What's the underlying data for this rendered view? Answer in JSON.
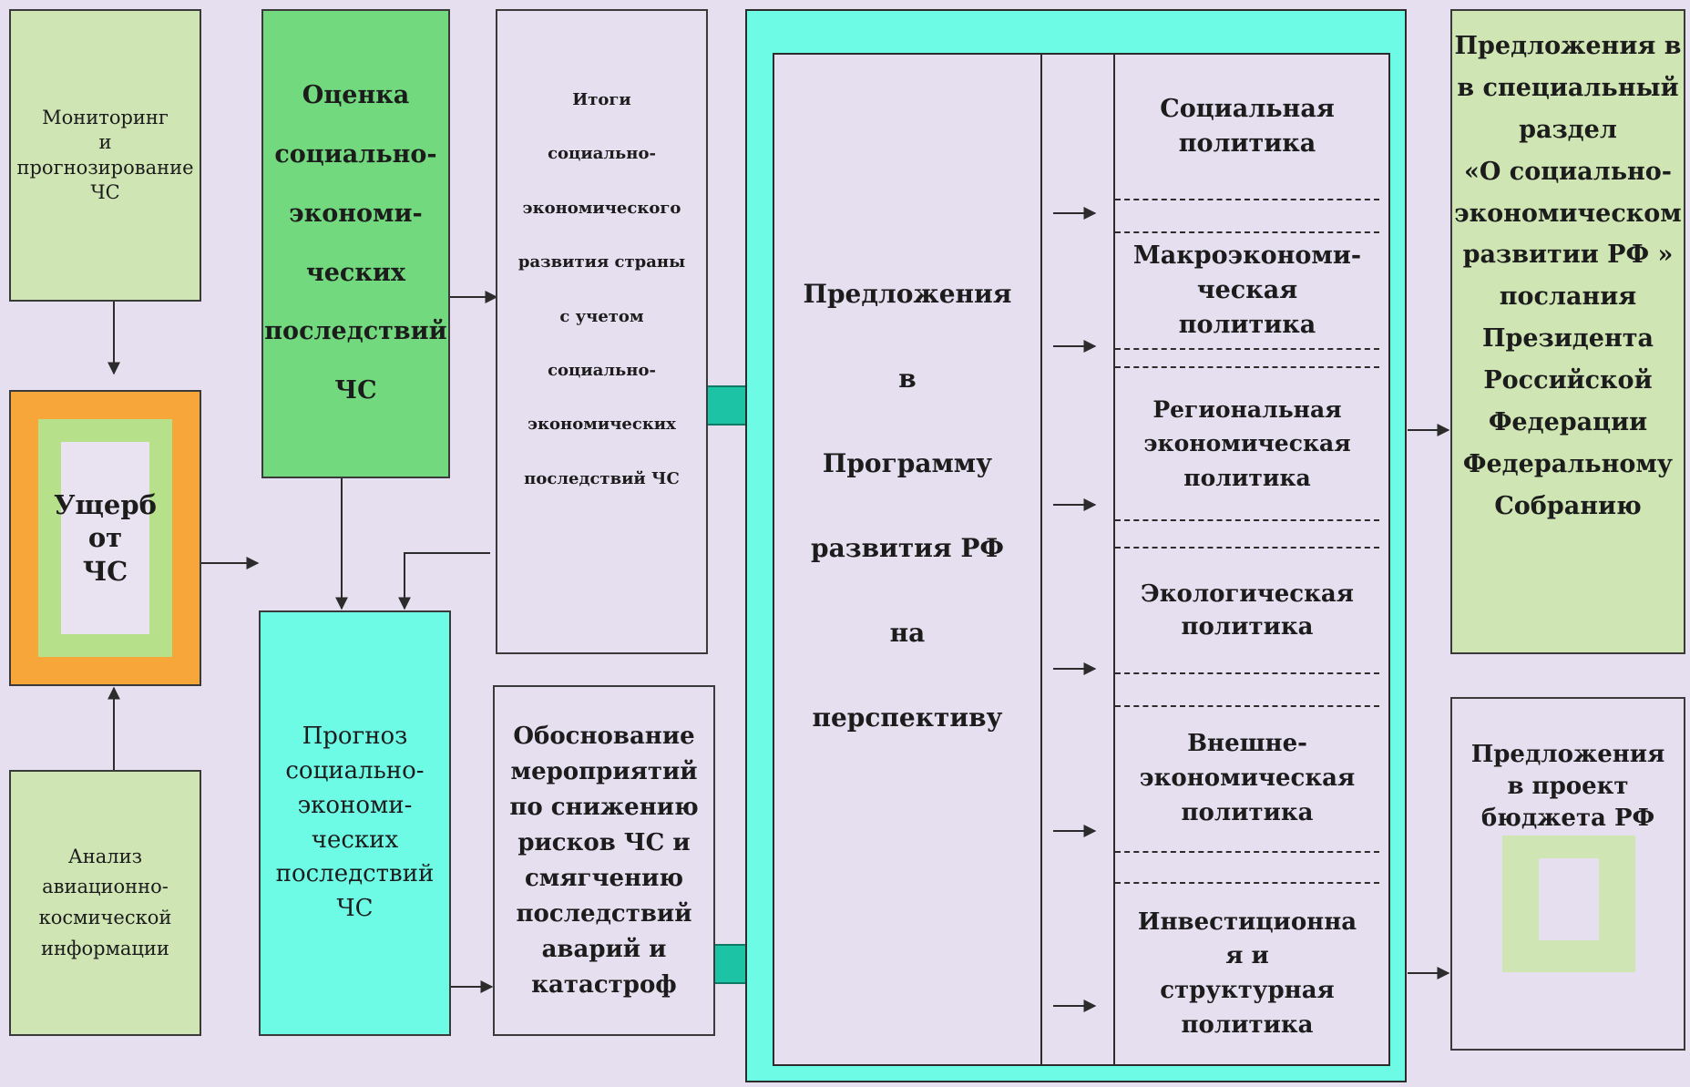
{
  "colors": {
    "background": "#e6dff0",
    "light_green": "#cfe5b4",
    "green": "#72d97e",
    "orange": "#f7a63a",
    "cyan": "#6dfbe6",
    "arrow_teal": "#1cc3a4",
    "line": "#2c2c2c"
  },
  "boxes": {
    "monitoring": "Мониторинг\nи\nпрогнозирование\nЧС",
    "damage": "Ущерб\nот\nЧС",
    "analysis": "Анализ\nавиационно-\nкосмической\nинформации",
    "assessment": "Оценка\nсоциально-\nэкономи-\nческих\nпоследствий\nЧС",
    "forecast": "Прогноз\nсоциально-\nэкономи-\nческих\nпоследствий\nЧС",
    "results": "Итоги\nсоциально-\nэкономического\nразвития страны\nс учетом\nсоциально-\nэкономических\nпоследствий ЧС",
    "justification": "Обоснование\nмероприятий\nпо снижению\nрисков ЧС  и\nсмягчению\nпоследствий\nаварий и\nкатастроф",
    "program": "Предложения\n\nв\n\nПрограмму\n\nразвития РФ\n\nна\n\nперспективу",
    "president": "Предложения в\nв специальный\nраздел\n«О социально-\nэкономическом\nразвитии РФ »\nпослания\nПрезидента\nРоссийской\nФедерации\nФедеральному\nСобранию",
    "budget": "Предложения\nв проект\nбюджета РФ"
  },
  "policies": [
    "Социальная\nполитика",
    "Макроэкономи-\nческая\nполитика",
    "Региональная\nэкономическая\nполитика",
    "Экологическая\nполитика",
    "Внешне-\nэкономическая\nполитика",
    "Инвестиционна\nя и\nструктурная\nполитика"
  ]
}
